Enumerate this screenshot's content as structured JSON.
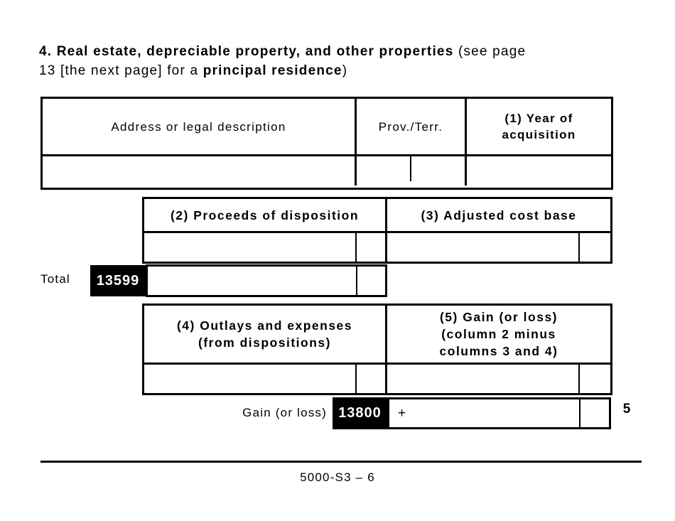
{
  "title": {
    "line1_bold": "4. Real estate, depreciable property, and other properties",
    "line1_normal": " (see page",
    "line2_normal_a": "13 [the next page] for a ",
    "line2_bold": "principal residence",
    "line2_normal_b": ")"
  },
  "property_table": {
    "address_header": "Address or legal description",
    "prov_header": "Prov./Terr.",
    "year_header_line1": "(1) Year of",
    "year_header_line2": "acquisition",
    "address_value": "",
    "prov_value": "",
    "year_value": ""
  },
  "proceeds_table": {
    "col2_header": "(2) Proceeds of disposition",
    "col3_header": "(3) Adjusted cost base",
    "col2_value": "",
    "col3_value": ""
  },
  "total_row": {
    "label": "Total",
    "line_code": "13599",
    "value": ""
  },
  "outlays_table": {
    "col4_header_line1": "(4) Outlays and expenses",
    "col4_header_line2": "(from dispositions)",
    "col5_header_line1": "(5) Gain (or loss)",
    "col5_header_line2": "(column 2 minus",
    "col5_header_line3": "columns 3 and 4)",
    "col4_value": "",
    "col5_value": ""
  },
  "gain_row": {
    "label": "Gain (or loss)",
    "line_code": "13800",
    "operator": "+",
    "value": "",
    "line_number": "5"
  },
  "footer": {
    "form_code": "5000-S3 – 6"
  },
  "colors": {
    "ink": "#000000",
    "paper": "#ffffff"
  }
}
